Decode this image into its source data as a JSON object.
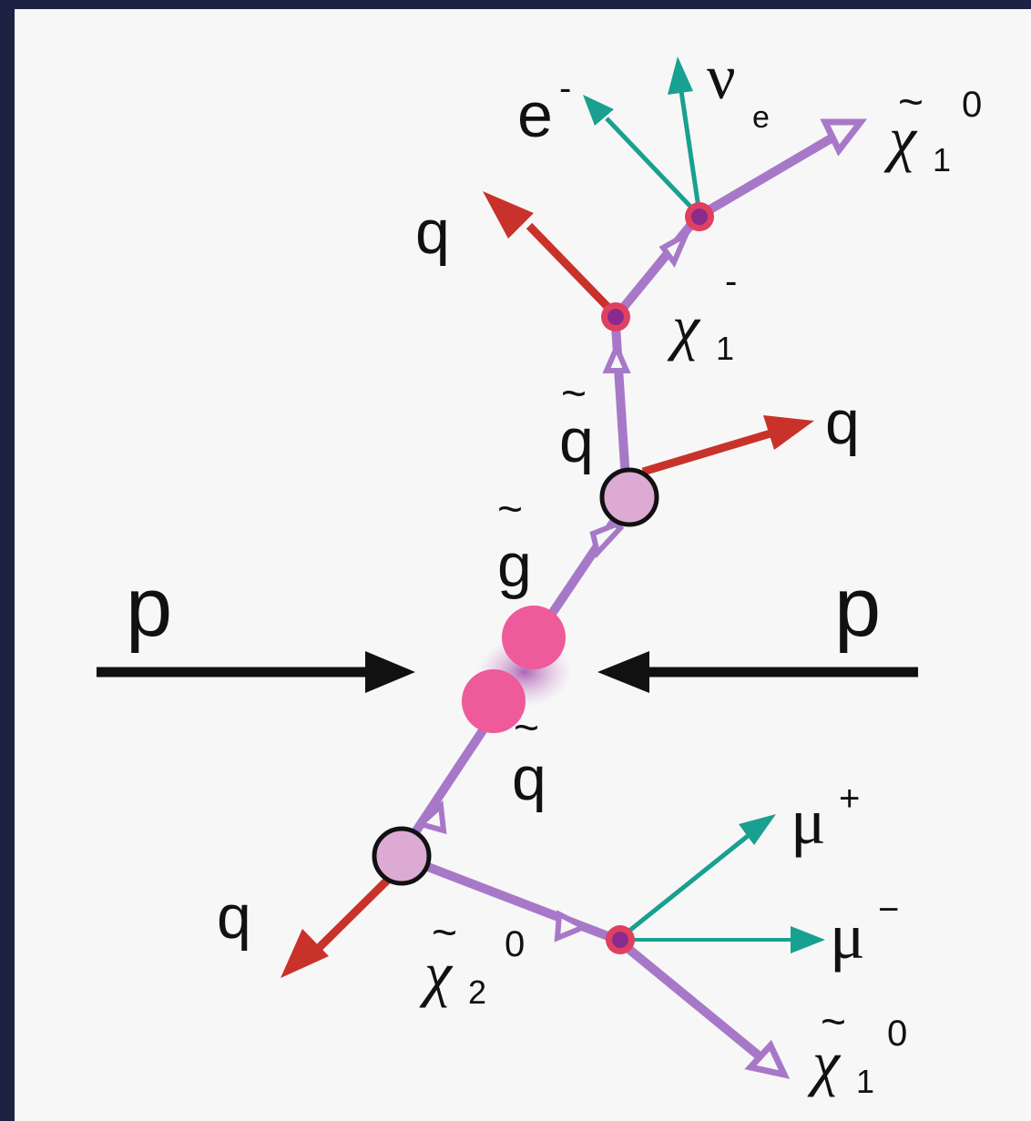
{
  "colors": {
    "background": "#f7f7f7",
    "border": "#1d2142",
    "sparticle": "#a878c8",
    "quark": "#c8322a",
    "lepton": "#18a090",
    "proton": "#111111",
    "collision": "#ee5a9a",
    "vertex_fill": "#dcaad2",
    "vertex_small": "#e04060"
  },
  "labels": {
    "proton_left": "p",
    "proton_right": "p",
    "gluino": "g",
    "squark_upper": "q",
    "squark_lower": "q",
    "quark_upper_right": "q",
    "quark_top": "q",
    "quark_bottom": "q",
    "chargino": "χ",
    "chargino_sub": "1",
    "chargino_sup": "-",
    "electron": "e",
    "electron_sup": "-",
    "neutrino": "ν",
    "neutrino_sub": "e",
    "neutralino1_top": "χ",
    "neutralino1_top_sub": "1",
    "neutralino1_top_sup": "0",
    "neutralino2": "χ",
    "neutralino2_sub": "2",
    "neutralino2_sup": "0",
    "neutralino1_bottom": "χ",
    "neutralino1_bottom_sub": "1",
    "neutralino1_bottom_sup": "0",
    "muon_plus": "μ",
    "muon_plus_sup": "+",
    "muon_minus": "μ",
    "muon_minus_sup": "−",
    "tilde": "~"
  }
}
